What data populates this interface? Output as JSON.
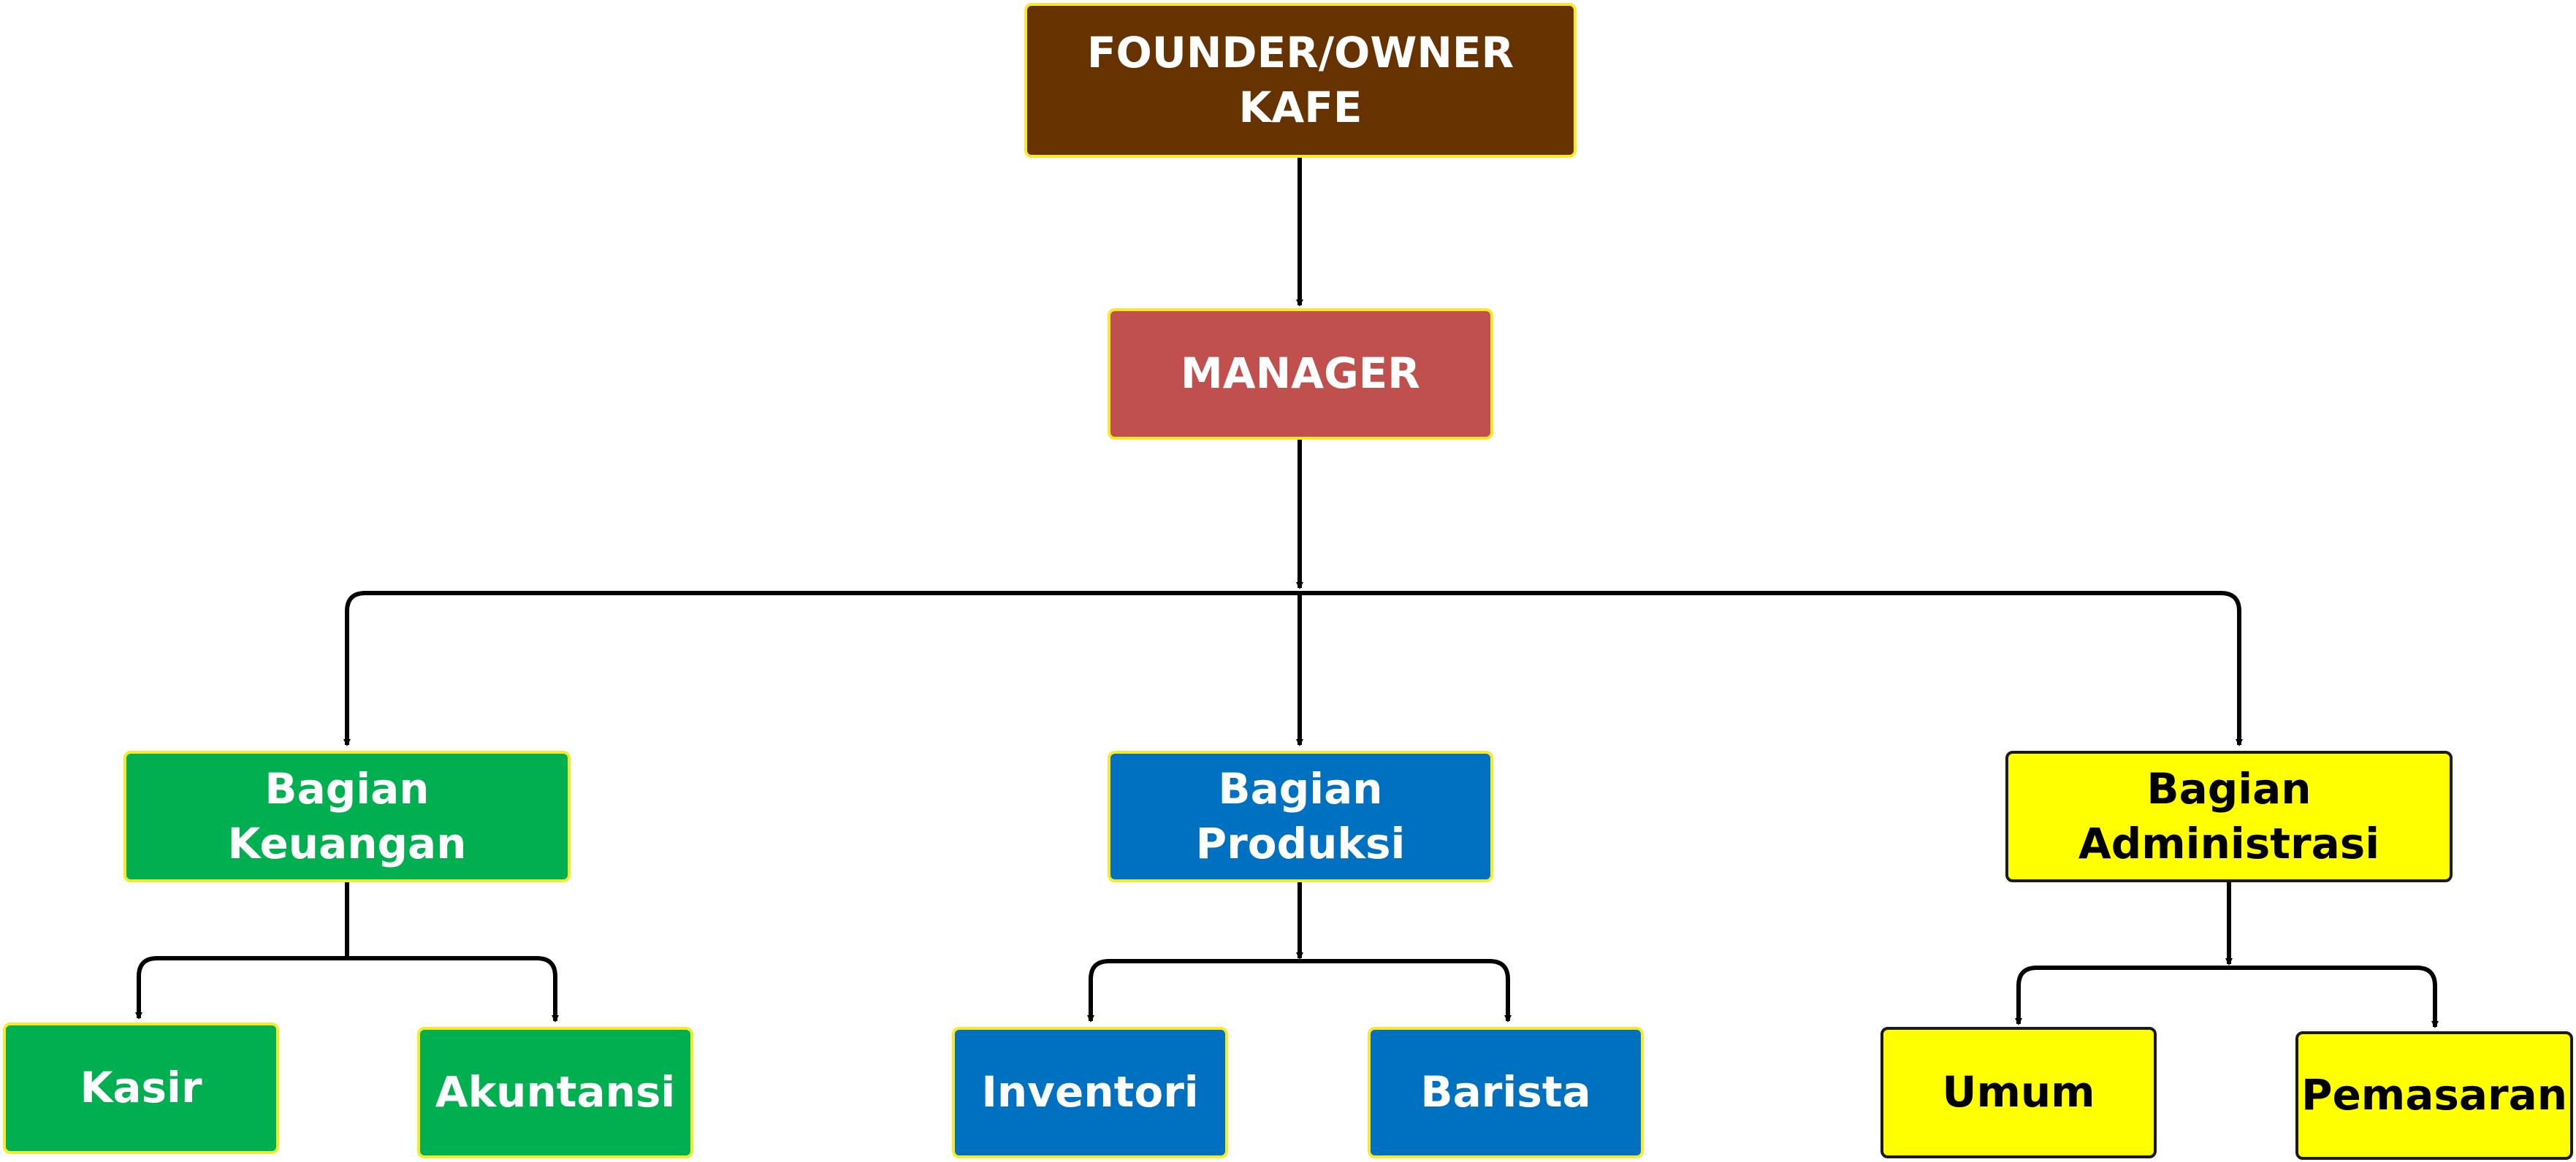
{
  "nodes": {
    "owner": "FOUNDER/OWNER\nKAFE",
    "manager": "MANAGER",
    "keuangan": "Bagian\nKeuangan",
    "produksi": "Bagian\nProduksi",
    "administrasi": "Bagian\nAdministrasi",
    "kasir": "Kasir",
    "akuntansi": "Akuntansi",
    "inventori": "Inventori",
    "barista": "Barista",
    "umum": "Umum",
    "pemasaran": "Pemasaran"
  },
  "colors": {
    "owner": "#663300",
    "manager": "#c0504d",
    "keuangan_group": "#00b050",
    "produksi_group": "#0070c0",
    "administrasi_group": "#ffff00",
    "box_border": "#f7ea2b",
    "connector": "#000000"
  },
  "edges": [
    [
      "owner",
      "manager"
    ],
    [
      "manager",
      "keuangan"
    ],
    [
      "manager",
      "produksi"
    ],
    [
      "manager",
      "administrasi"
    ],
    [
      "keuangan",
      "kasir"
    ],
    [
      "keuangan",
      "akuntansi"
    ],
    [
      "produksi",
      "inventori"
    ],
    [
      "produksi",
      "barista"
    ],
    [
      "administrasi",
      "umum"
    ],
    [
      "administrasi",
      "pemasaran"
    ]
  ]
}
